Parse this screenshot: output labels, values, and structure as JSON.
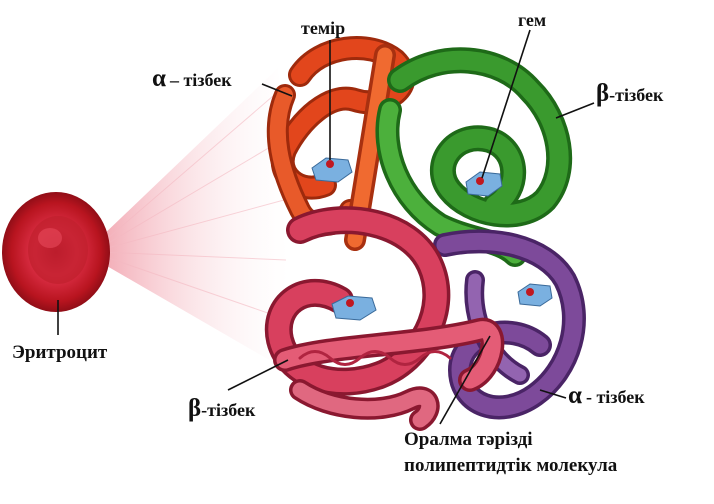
{
  "labels": {
    "iron": "темір",
    "heme": "гем",
    "alpha_chain_top": {
      "symbol": "α",
      "text": "– тізбек"
    },
    "beta_chain_top": {
      "symbol": "β",
      "text": "-тізбек"
    },
    "erythrocyte": "Эритроцит",
    "beta_chain_bottom": {
      "symbol": "β",
      "text": "-тізбек"
    },
    "alpha_chain_bottom": {
      "symbol": "α",
      "text": "- тізбек"
    },
    "helix_line1": "Оралма тәрізді",
    "helix_line2": "полипептидтік молекула"
  },
  "colors": {
    "alpha_top_chain": "#e2461c",
    "beta_top_chain": "#3a9a2e",
    "beta_bottom_chain": "#d8405e",
    "alpha_bottom_chain": "#7d4a9a",
    "erythrocyte": "#c51e2c",
    "heme_group": "#7ab0e0"
  }
}
